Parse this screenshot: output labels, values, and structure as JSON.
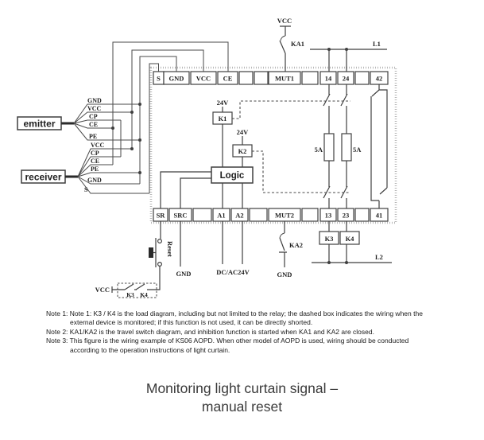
{
  "colors": {
    "line": "#3f3f3f",
    "text": "#1a1a1a",
    "device_border": "#b8b8b8"
  },
  "diagram": {
    "top": {
      "vcc": "VCC",
      "ka1": "KA1",
      "l1": "L1"
    },
    "terminals_top": [
      "S",
      "GND",
      "VCC",
      "CE",
      "",
      "",
      "MUT1",
      "",
      "14",
      "24",
      "",
      "42"
    ],
    "terminals_bottom": [
      "SR",
      "SRC",
      "",
      "A1",
      "A2",
      "",
      "MUT2",
      "",
      "13",
      "23",
      "",
      "41"
    ],
    "emitter": {
      "label": "emitter",
      "pins": [
        "GND",
        "VCC",
        "CP",
        "CE",
        "PE"
      ]
    },
    "receiver": {
      "label": "receiver",
      "pins": [
        "VCC",
        "CP",
        "CE",
        "PE",
        "GND",
        "S"
      ]
    },
    "middle": {
      "k1_24v": "24V",
      "k1": "K1",
      "k2_24v": "24V",
      "k2": "K2",
      "logic": "Logic",
      "fuse_left": "5A",
      "fuse_right": "5A"
    },
    "bottom": {
      "reset": "Reset",
      "gnd_src": "GND",
      "dc_ac": "DC/AC24V",
      "ka2": "KA2",
      "gnd_ka2": "GND",
      "k3": "K3",
      "k4": "K4",
      "l2": "L2",
      "vcc": "VCC",
      "k3_dashed": "K3",
      "k4_dashed": "K4"
    }
  },
  "notes": [
    {
      "label": "Note 1:",
      "text": "Note 1: K3 / K4 is the load diagram, including but not limited to the relay; the dashed box indicates the wiring when the external device is monitored; if this function is not used, it can be directly shorted."
    },
    {
      "label": "Note 2:",
      "text": "KA1/KA2 is the travel switch diagram, and inhibition function is started when KA1 and KA2 are closed."
    },
    {
      "label": "Note 3:",
      "text": "This figure is the wiring example of KS06 AOPD. When other model of AOPD is used, wiring should be conducted according to the operation instructions of light curtain."
    }
  ],
  "title": {
    "line1": "Monitoring light curtain signal –",
    "line2": "manual reset"
  }
}
